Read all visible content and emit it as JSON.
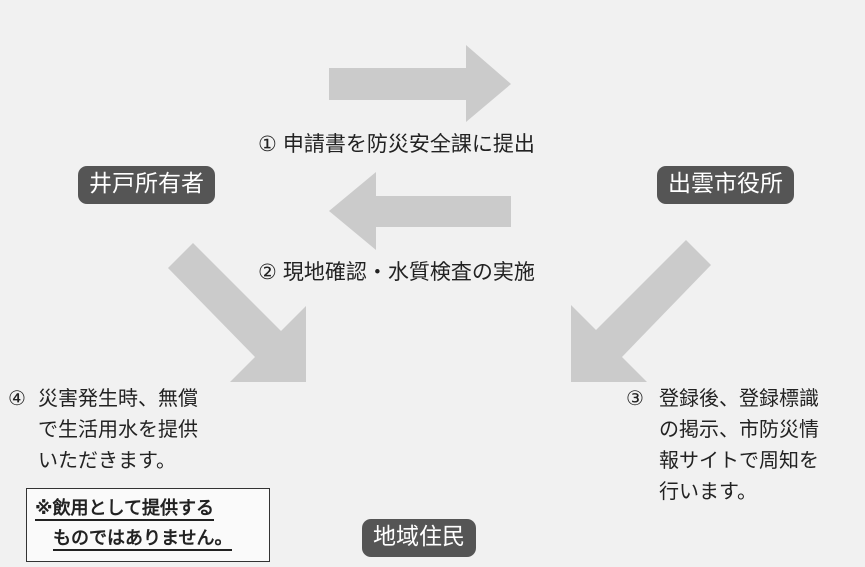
{
  "nodes": {
    "well_owner": "井戸所有者",
    "city_hall": "出雲市役所",
    "residents": "地域住民"
  },
  "steps": {
    "step1": {
      "num": "①",
      "text": "申請書を防災安全課に提出"
    },
    "step2": {
      "num": "②",
      "text": "現地確認・水質検査の実施"
    },
    "step3": {
      "num": "③",
      "lines": [
        "登録後、登録標識",
        "の掲示、市防災情",
        "報サイトで周知を",
        "行います。"
      ]
    },
    "step4": {
      "num": "④",
      "lines": [
        "災害発生時、無償",
        "で生活用水を提供",
        "いただきます。"
      ]
    }
  },
  "note": {
    "line1": "※飲用として提供する",
    "line2": "ものではありません。"
  },
  "colors": {
    "arrow": "#cbcbcb",
    "badge": "#555555",
    "background": "#f1f1f1"
  }
}
